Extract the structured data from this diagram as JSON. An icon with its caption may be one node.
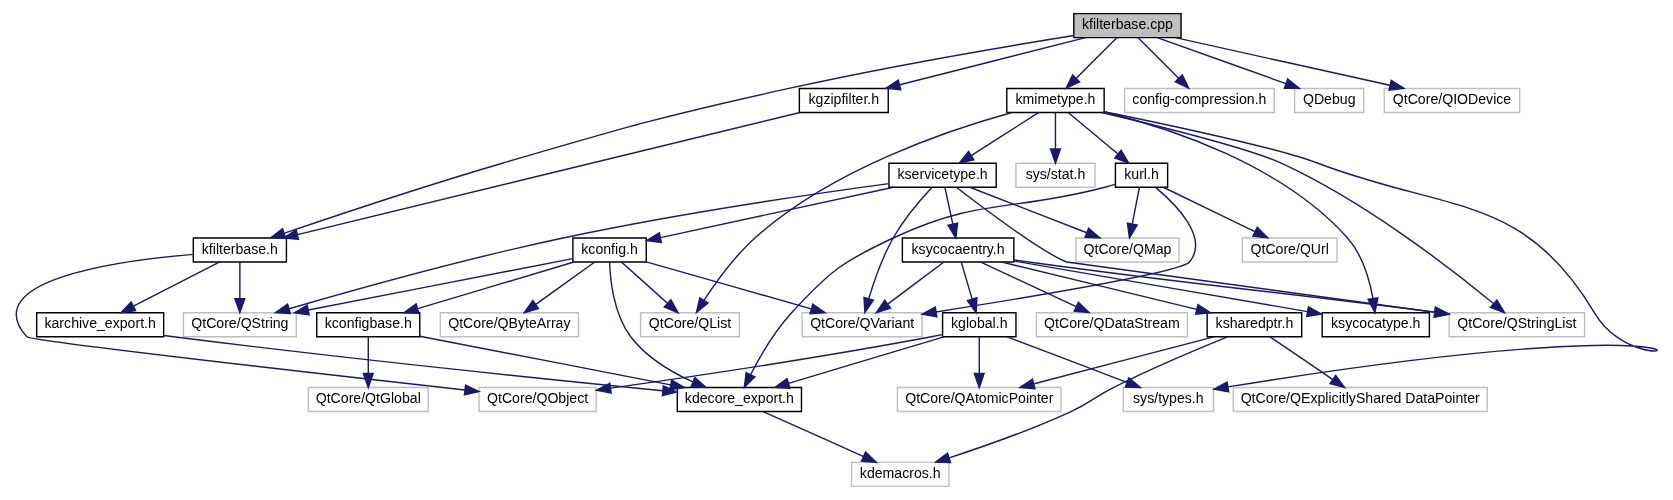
{
  "diagram": {
    "nodes": [
      {
        "text": [
          "kfilterbase.cpp"
        ]
      },
      {
        "text": [
          "kgzipfilter.h"
        ]
      },
      {
        "text": [
          "kmimetype.h"
        ]
      },
      {
        "text": [
          "config-compression.h"
        ]
      },
      {
        "text": [
          "QDebug"
        ]
      },
      {
        "text": [
          "QtCore/QIODevice"
        ]
      },
      {
        "text": [
          "kurl.h"
        ]
      },
      {
        "text": [
          "kservicetype.h"
        ]
      },
      {
        "text": [
          "sys/stat.h"
        ]
      },
      {
        "text": [
          "kfilterbase.h"
        ]
      },
      {
        "text": [
          "QtCore/QUrl"
        ]
      },
      {
        "text": [
          "QtCore/QMap"
        ]
      },
      {
        "text": [
          "kconfig.h"
        ]
      },
      {
        "text": [
          "ksycocaentry.h"
        ]
      },
      {
        "text": [
          "karchive_export.h"
        ]
      },
      {
        "text": [
          "QtCore/QString"
        ]
      },
      {
        "text": [
          "QtCore/QList"
        ]
      },
      {
        "text": [
          "QtCore/QByteArray"
        ]
      },
      {
        "text": [
          "kconfigbase.h"
        ]
      },
      {
        "text": [
          "QtCore/QVariant"
        ]
      },
      {
        "text": [
          "kglobal.h"
        ]
      },
      {
        "text": [
          "ksharedptr.h"
        ]
      },
      {
        "text": [
          "QtCore/QDataStream"
        ]
      },
      {
        "text": [
          "ksycocatype.h"
        ]
      },
      {
        "text": [
          "QtCore/QStringList"
        ]
      },
      {
        "text": [
          "QtCore/QObject"
        ]
      },
      {
        "text": [
          "kdecore_export.h"
        ]
      },
      {
        "text": [
          "QtCore/QtGlobal"
        ]
      },
      {
        "text": [
          "sys/types.h"
        ]
      },
      {
        "text": [
          "QtCore/QAtomicPointer"
        ]
      },
      {
        "text": [
          "QtCore/QExplicitlyShared DataPointer"
        ]
      },
      {
        "text": [
          "kdemacros.h"
        ]
      }
    ],
    "edges": [
      {
        "from": 0,
        "to": 1,
        "arrow": "to"
      },
      {
        "from": 0,
        "to": 9,
        "arrow": "to"
      },
      {
        "from": 0,
        "to": 2,
        "arrow": "to"
      },
      {
        "from": 0,
        "to": 3,
        "arrow": "to"
      },
      {
        "from": 0,
        "to": 4,
        "arrow": "to"
      },
      {
        "from": 0,
        "to": 5,
        "arrow": "to"
      },
      {
        "from": 1,
        "to": 9,
        "arrow": "to"
      },
      {
        "from": 2,
        "to": 6,
        "arrow": "to"
      },
      {
        "from": 2,
        "to": 16,
        "arrow": "to"
      },
      {
        "from": 2,
        "to": 7,
        "arrow": "to"
      },
      {
        "from": 2,
        "to": 8,
        "arrow": "to"
      },
      {
        "from": 2,
        "to": 28,
        "arrow": "to"
      },
      {
        "from": 2,
        "to": 23,
        "arrow": "to"
      },
      {
        "from": 2,
        "to": 24,
        "arrow": "to"
      },
      {
        "from": 6,
        "to": 26,
        "arrow": "to"
      },
      {
        "from": 6,
        "to": 10,
        "arrow": "to"
      },
      {
        "from": 6,
        "to": 11,
        "arrow": "to"
      },
      {
        "from": 6,
        "to": 19,
        "arrow": "to"
      },
      {
        "from": 7,
        "to": 11,
        "arrow": "to"
      },
      {
        "from": 7,
        "to": 15,
        "arrow": "to"
      },
      {
        "from": 7,
        "to": 12,
        "arrow": "to"
      },
      {
        "from": 7,
        "to": 19,
        "arrow": "to"
      },
      {
        "from": 7,
        "to": 13,
        "arrow": "to"
      },
      {
        "from": 7,
        "to": 24,
        "arrow": "to"
      },
      {
        "from": 9,
        "to": 25,
        "arrow": "to"
      },
      {
        "from": 9,
        "to": 14,
        "arrow": "to"
      },
      {
        "from": 9,
        "to": 15,
        "arrow": "to"
      },
      {
        "from": 12,
        "to": 15,
        "arrow": "to"
      },
      {
        "from": 12,
        "to": 16,
        "arrow": "to"
      },
      {
        "from": 12,
        "to": 26,
        "arrow": "to"
      },
      {
        "from": 12,
        "to": 17,
        "arrow": "to"
      },
      {
        "from": 12,
        "to": 18,
        "arrow": "to"
      },
      {
        "from": 12,
        "to": 19,
        "arrow": "to"
      },
      {
        "from": 13,
        "to": 19,
        "arrow": "to"
      },
      {
        "from": 13,
        "to": 20,
        "arrow": "to"
      },
      {
        "from": 13,
        "to": 21,
        "arrow": "to"
      },
      {
        "from": 13,
        "to": 22,
        "arrow": "to"
      },
      {
        "from": 13,
        "to": 23,
        "arrow": "to"
      },
      {
        "from": 13,
        "to": 24,
        "arrow": "to"
      },
      {
        "from": 14,
        "to": 26,
        "arrow": "to"
      },
      {
        "from": 18,
        "to": 26,
        "arrow": "to"
      },
      {
        "from": 18,
        "to": 27,
        "arrow": "to"
      },
      {
        "from": 20,
        "to": 25,
        "arrow": "to"
      },
      {
        "from": 20,
        "to": 26,
        "arrow": "to"
      },
      {
        "from": 20,
        "to": 28,
        "arrow": "to"
      },
      {
        "from": 20,
        "to": 29,
        "arrow": "to"
      },
      {
        "from": 21,
        "to": 29,
        "arrow": "to"
      },
      {
        "from": 21,
        "to": 31,
        "arrow": "to"
      },
      {
        "from": 21,
        "to": 30,
        "arrow": "to"
      },
      {
        "from": 26,
        "to": 31,
        "arrow": "to"
      }
    ]
  }
}
